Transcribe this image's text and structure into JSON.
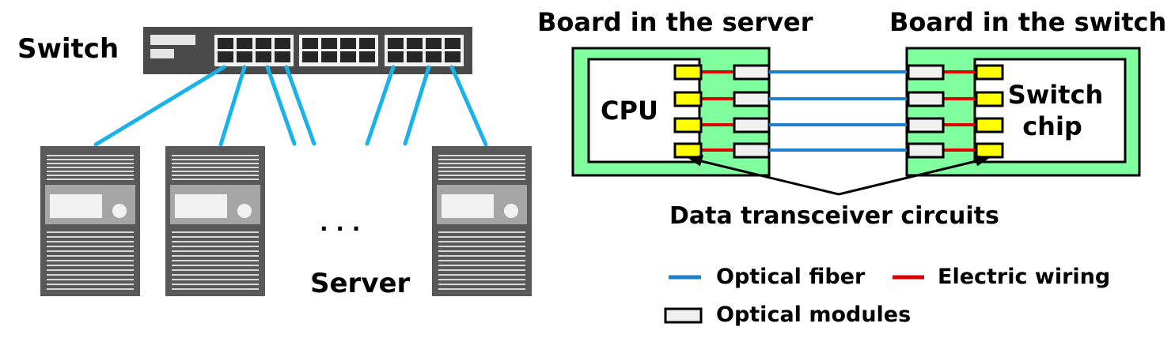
{
  "labels": {
    "switch": "Switch",
    "server": "Server",
    "dots": ". . .",
    "board_server": "Board in the server",
    "board_switch": "Board in the switch",
    "cpu": "CPU",
    "switch_chip_line1": "Switch",
    "switch_chip_line2": "chip",
    "transceiver": "Data transceiver circuits"
  },
  "legend": {
    "optical_fiber": "Optical fiber",
    "electric_wiring": "Electric wiring",
    "optical_modules": "Optical modules"
  },
  "colors": {
    "board": "#80ff9f",
    "fiber": "#1f7fcf",
    "cable": "#1ab2e8",
    "wiring": "#e00000",
    "circuit": "#ffff00",
    "module": "#f0f0f0",
    "server_body": "#595959",
    "switch_body": "#4a4a4a"
  },
  "icons": {
    "switch": "network-switch-icon",
    "server": "server-tower-icon"
  }
}
